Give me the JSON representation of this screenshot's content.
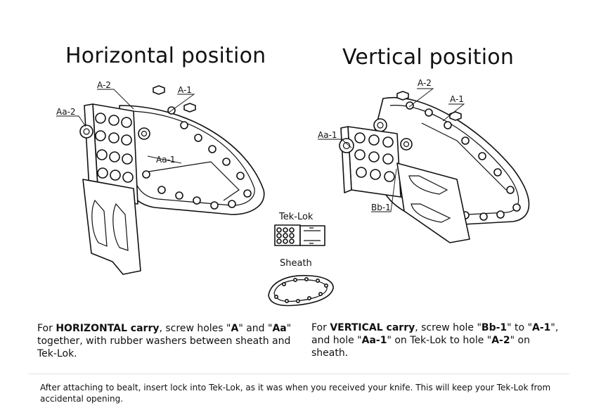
{
  "titles": {
    "horizontal": "Horizontal position",
    "vertical": "Vertical position"
  },
  "horizontal_callouts": {
    "a2": "A-2",
    "a1": "A-1",
    "aa2": "Aa-2",
    "aa1": "Aa-1"
  },
  "vertical_callouts": {
    "a2": "A-2",
    "a1": "A-1",
    "aa1": "Aa-1",
    "bb1": "Bb-1"
  },
  "parts": {
    "teklok": "Tek-Lok",
    "sheath": "Sheath"
  },
  "instructions": {
    "horizontal": {
      "p1": "For ",
      "b1": "HORIZONTAL carry",
      "p2": ", screw holes \"",
      "b2": "A",
      "p3": "\"  and \"",
      "b3": "Aa",
      "p4": "\" together, with rubber washers between sheath and Tek-Lok."
    },
    "vertical": {
      "p1": "For ",
      "b1": "VERTICAL carry",
      "p2": ", screw hole \"",
      "b2": "Bb-1",
      "p3": "\" to \"",
      "b3": "A-1",
      "p4": "\", and hole \"",
      "b4": "Aa-1",
      "p5": "\" on Tek-Lok to hole \"",
      "b5": "A-2",
      "p6": "\" on sheath."
    }
  },
  "footer": "After attaching to bealt, insert lock into Tek-Lok, as it was when you received your knife. This will keep your Tek-Lok from accidental opening."
}
